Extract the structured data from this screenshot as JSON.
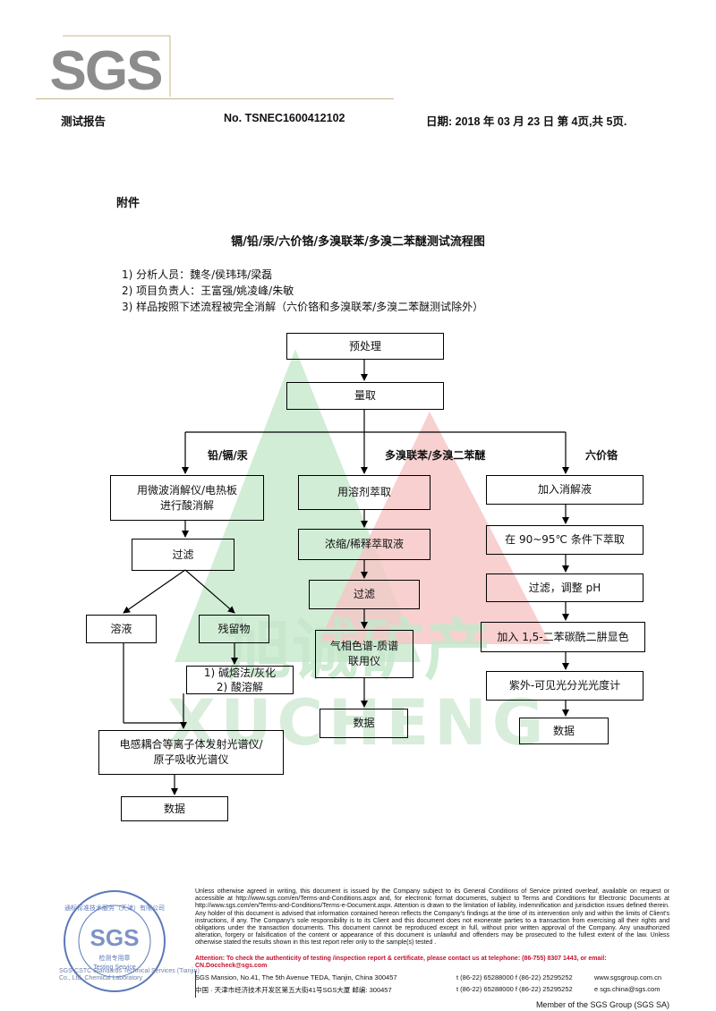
{
  "header": {
    "logo_text": "SGS",
    "report_label": "测试报告",
    "report_no": "No. TSNEC1600412102",
    "date_page": "日期: 2018 年 03 月 23 日  第 4页,共 5页."
  },
  "attachment_label": "附件",
  "title": "镉/铅/汞/六价铬/多溴联苯/多溴二苯醚测试流程图",
  "info_items": [
    "1) 分析人员：魏冬/侯玮玮/梁磊",
    "2) 项目负责人：王富强/姚凌峰/朱敏",
    "3) 样品按照下述流程被完全消解（六价铬和多溴联苯/多溴二苯醚测试除外）"
  ],
  "flow": {
    "pretreat": "预处理",
    "measure": "量取",
    "branch_labels": {
      "metals": "铅/镉/汞",
      "pbb": "多溴联苯/多溴二苯醚",
      "cr6": "六价铬"
    },
    "metals": {
      "digest": [
        "用微波消解仪/电热板",
        "进行酸消解"
      ],
      "filter": "过滤",
      "solution": "溶液",
      "residue": "残留物",
      "fusion": [
        "1) 碱熔法/灰化",
        "2) 酸溶解"
      ],
      "icp": [
        "电感耦合等离子体发射光谱仪/",
        "原子吸收光谱仪"
      ],
      "data": "数据"
    },
    "pbb": {
      "extract": "用溶剂萃取",
      "concentrate": "浓缩/稀释萃取液",
      "filter": "过滤",
      "gcms": [
        "气相色谱-质谱",
        "联用仪"
      ],
      "data": "数据"
    },
    "cr6": {
      "add_digest": "加入消解液",
      "extract": "在 90~95℃ 条件下萃取",
      "filter_ph": "过滤，调整 pH",
      "add_dpc": "加入 1,5-二苯碳酰二肼显色",
      "uvvis": "紫外-可见光分光光度计",
      "data": "数据"
    }
  },
  "watermark": {
    "text_cn": "旭诚矿产",
    "text_en": "XUCHENG"
  },
  "footer": {
    "legal": "Unless otherwise agreed in writing, this document is issued by the Company subject to its General Conditions of Service printed overleaf, available on request or accessible at http://www.sgs.com/en/Terms-and-Conditions.aspx and, for electronic format documents, subject to Terms and Conditions for Electronic Documents at http://www.sgs.com/en/Terms-and-Conditions/Terms-e-Document.aspx. Attention is drawn to the limitation of liability, indemnification and jurisdiction issues defined therein. Any holder of this document is advised that information contained hereon reflects the Company's findings at the time of its intervention only and within the limits of Client's instructions, if any. The Company's sole responsibility is to its Client and this document does not exonerate parties to a transaction from exercising all their rights and obligations under the transaction documents. This document cannot be reproduced except in full, without prior written approval of the Company. Any unauthorized alteration, forgery or falsification of the content or appearance of this document is unlawful and offenders may be prosecuted to the fullest extent of the law. Unless otherwise stated the results shown in this test report refer only to the sample(s) tested .",
    "attention": "Attention: To check the authenticity of testing /inspection report & certificate, please contact us at telephone: (86-755) 8307 1443, or email: CN.Doccheck@sgs.com",
    "address_en": "SGS Mansion, No.41, The 5th Avenue TEDA, Tianjin, China  300457",
    "tel_en": "t (86-22) 65288000   f (86-22) 25295252",
    "web": "www.sgsgroup.com.cn",
    "address_cn": "中国 · 天津市经济技术开发区第五大街41号SGS大厦      邮编: 300457",
    "tel_cn": "t (86-22) 65288000   f (86-22) 25295252",
    "email": "e  sgs.china@sgs.com",
    "member": "Member of the SGS Group (SGS SA)"
  },
  "stamp": {
    "ring_text": "通标标准技术服务（天津）有限公司",
    "center": "SGS",
    "seal_cn": "检测专用章",
    "seal_en": "Testing Service",
    "overlap_text": "SGS-CSTC Standards Technical Services (Tianjin) Co., Ltd. Chemical Laboratory"
  },
  "colors": {
    "brand_gray": "#8c8c8c",
    "accent_orange": "#e07a1f",
    "attention_red": "#c8102e",
    "watermark_green": "#9fd0a8",
    "watermark_red": "#f1a0a0"
  }
}
